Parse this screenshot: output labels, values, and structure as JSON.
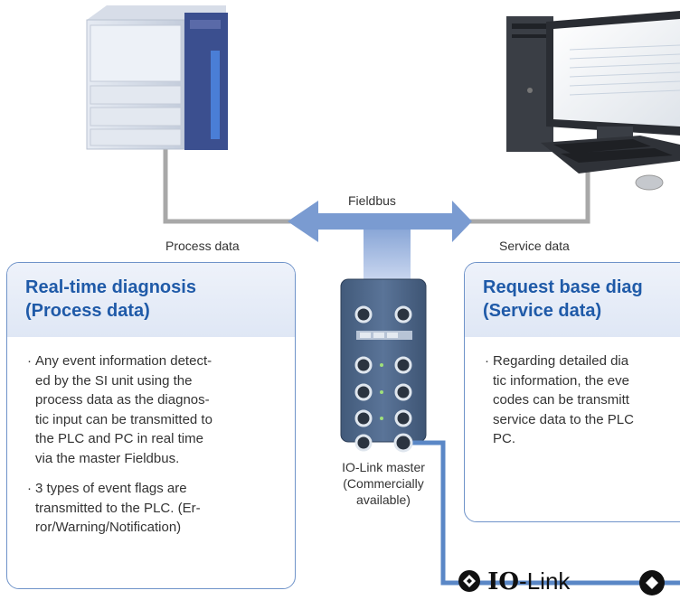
{
  "labels": {
    "fieldbus": "Fieldbus",
    "process_data": "Process data",
    "service_data": "Service data"
  },
  "cards": {
    "realtime": {
      "title_line1": "Real-time diagnosis",
      "title_line2": "(Process data)",
      "bullets": [
        "Any event information detect-ed by the SI unit using the process data as the diagnos-tic input can be transmitted to the PLC and PC in real time via the master Fieldbus.",
        "3 types of event flags are transmitted to the PLC. (Er-ror/Warning/Notification)"
      ],
      "lines_1": [
        "Any event information detect-",
        "ed by the SI unit using the",
        "process data as the diagnos-",
        "tic input can be transmitted to",
        "the PLC and PC in real time",
        "via the master Fieldbus."
      ],
      "lines_2": [
        "3 types of event flags are",
        "transmitted to the PLC. (Er-",
        "ror/Warning/Notification)"
      ]
    },
    "request": {
      "title_line1": "Request base diag",
      "title_line2": "(Service data)",
      "lines_1": [
        "Regarding detailed dia",
        "tic information, the eve",
        "codes can be transmitt",
        "service data to the PLC",
        "PC."
      ]
    }
  },
  "master": {
    "caption_line1": "IO-Link master",
    "caption_line2": "(Commercially",
    "caption_line3": "available)"
  },
  "logo": {
    "strong": "IO",
    "light": "-Link"
  },
  "colors": {
    "arrow_blue": "#7a9bd1",
    "card_border": "#6f93c9",
    "title_blue": "#1f5aa8",
    "wire_blue": "#5a87c6",
    "cable_gray": "#a8a8a8"
  }
}
